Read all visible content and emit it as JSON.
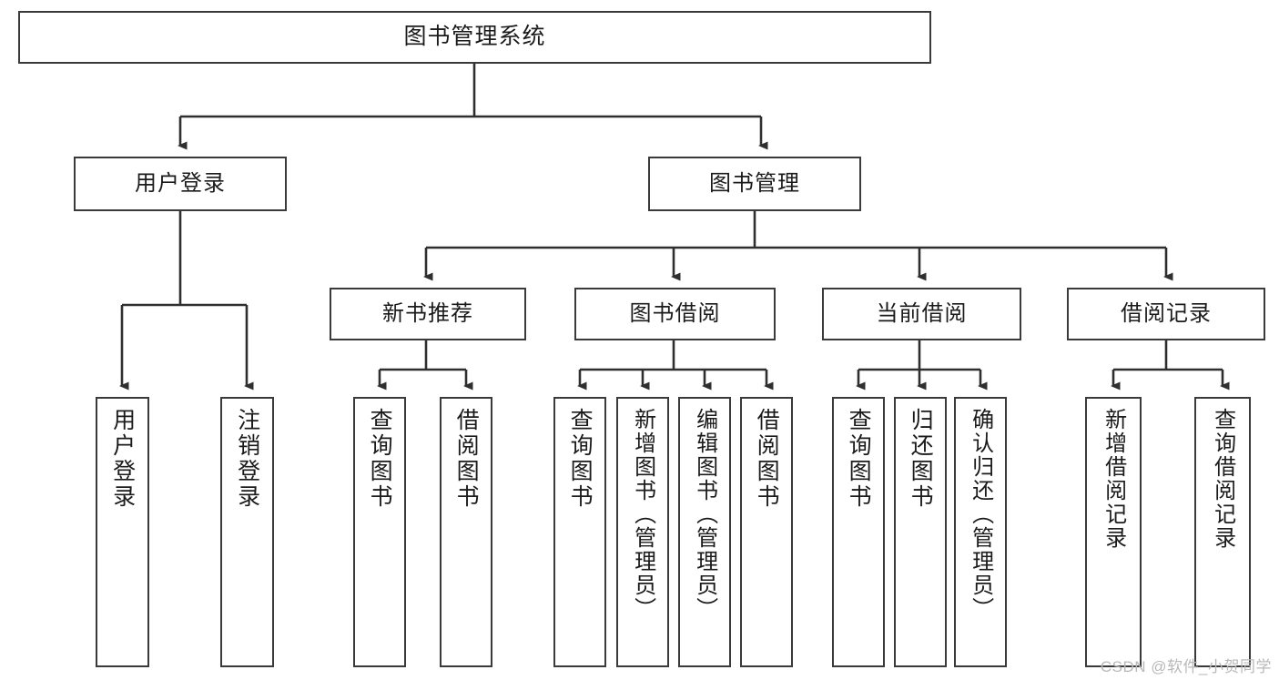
{
  "diagram": {
    "type": "tree-hierarchy",
    "title": "图书管理系统",
    "watermark": "CSDN @软件_小贺同学",
    "colors": {
      "box_border": "#3a3a3a",
      "box_fill": "#ffffff",
      "edge": "#2f2f2f",
      "text": "#1b1b1b",
      "watermark": "#b9b9b9",
      "background": "#ffffff"
    },
    "levels": {
      "root": "图书管理系统",
      "level2": [
        "用户登录",
        "图书管理"
      ],
      "level3": [
        "新书推荐",
        "图书借阅",
        "当前借阅",
        "借阅记录"
      ]
    },
    "nodes": {
      "root": {
        "label": "图书管理系统"
      },
      "user_login": {
        "label": "用户登录"
      },
      "book_manage": {
        "label": "图书管理"
      },
      "new_book_rec": {
        "label": "新书推荐"
      },
      "book_borrow": {
        "label": "图书借阅"
      },
      "current_borrow": {
        "label": "当前借阅"
      },
      "borrow_record": {
        "label": "借阅记录"
      },
      "leaf_user_login": {
        "label": "用户登录"
      },
      "leaf_logout": {
        "label": "注销登录"
      },
      "leaf_query_book_1": {
        "label": "查询图书"
      },
      "leaf_borrow_book_1": {
        "label": "借阅图书"
      },
      "leaf_query_book_2": {
        "label": "查询图书"
      },
      "leaf_add_book": {
        "label": "新增图书（管理员）"
      },
      "leaf_edit_book": {
        "label": "编辑图书（管理员）"
      },
      "leaf_borrow_book_2": {
        "label": "借阅图书"
      },
      "leaf_query_book_3": {
        "label": "查询图书"
      },
      "leaf_return_book": {
        "label": "归还图书"
      },
      "leaf_confirm_return": {
        "label": "确认归还（管理员）"
      },
      "leaf_add_record": {
        "label": "新增借阅记录"
      },
      "leaf_query_record": {
        "label": "查询借阅记录"
      }
    },
    "edges": [
      {
        "from": "root",
        "to": "user_login"
      },
      {
        "from": "root",
        "to": "book_manage"
      },
      {
        "from": "user_login",
        "to": "leaf_user_login"
      },
      {
        "from": "user_login",
        "to": "leaf_logout"
      },
      {
        "from": "book_manage",
        "to": "new_book_rec"
      },
      {
        "from": "book_manage",
        "to": "book_borrow"
      },
      {
        "from": "book_manage",
        "to": "current_borrow"
      },
      {
        "from": "book_manage",
        "to": "borrow_record"
      },
      {
        "from": "new_book_rec",
        "to": "leaf_query_book_1"
      },
      {
        "from": "new_book_rec",
        "to": "leaf_borrow_book_1"
      },
      {
        "from": "book_borrow",
        "to": "leaf_query_book_2"
      },
      {
        "from": "book_borrow",
        "to": "leaf_add_book"
      },
      {
        "from": "book_borrow",
        "to": "leaf_edit_book"
      },
      {
        "from": "book_borrow",
        "to": "leaf_borrow_book_2"
      },
      {
        "from": "current_borrow",
        "to": "leaf_query_book_3"
      },
      {
        "from": "current_borrow",
        "to": "leaf_return_book"
      },
      {
        "from": "current_borrow",
        "to": "leaf_confirm_return"
      },
      {
        "from": "borrow_record",
        "to": "leaf_add_record"
      },
      {
        "from": "borrow_record",
        "to": "leaf_query_record"
      }
    ]
  }
}
